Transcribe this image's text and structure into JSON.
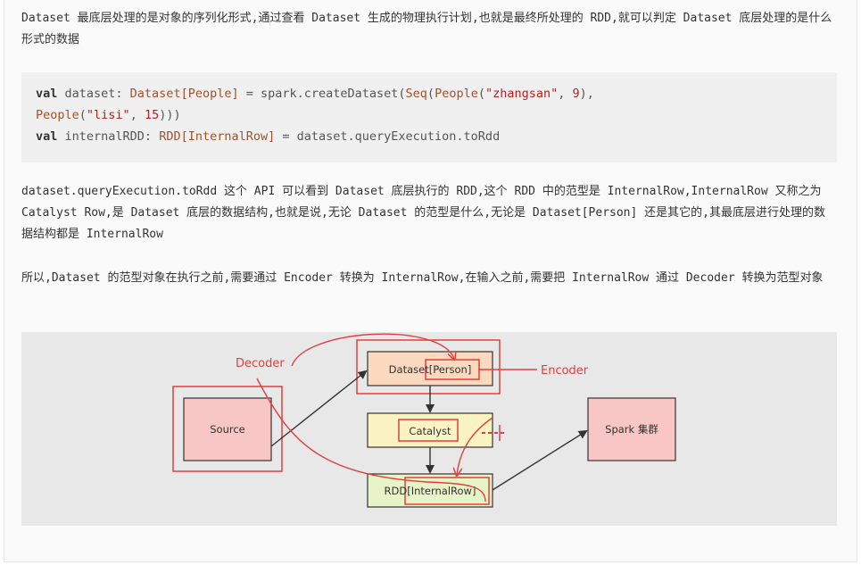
{
  "paragraph_1": "Dataset 最底层处理的是对象的序列化形式,通过查看 Dataset 生成的物理执行计划,也就是最终所处理的 RDD,就可以判定 Dataset 底层处理的是什么形式的数据",
  "code": {
    "line1_kw": "val",
    "line1_name": " dataset: ",
    "line1_type": "Dataset[People]",
    "line1_mid": " = spark.createDataset(",
    "line1_seq": "Seq",
    "line1_p1": "(",
    "line1_people": "People",
    "line1_p2": "(",
    "line1_str": "\"zhangsan\"",
    "line1_comma": ", ",
    "line1_num": "9",
    "line1_end": "),",
    "line2_people": "People",
    "line2_p": "(",
    "line2_str": "\"lisi\"",
    "line2_comma": ", ",
    "line2_num": "15",
    "line2_end": ")))",
    "line3_kw": "val",
    "line3_name": " internalRDD: ",
    "line3_type": "RDD[InternalRow]",
    "line3_rest": " = dataset.queryExecution.toRdd"
  },
  "paragraph_2": "dataset.queryExecution.toRdd 这个 API 可以看到 Dataset 底层执行的 RDD,这个 RDD 中的范型是 InternalRow,InternalRow 又称之为 Catalyst Row,是 Dataset 底层的数据结构,也就是说,无论 Dataset 的范型是什么,无论是 Dataset[Person] 还是其它的,其最底层进行处理的数据结构都是 InternalRow",
  "paragraph_3": "所以,Dataset 的范型对象在执行之前,需要通过 Encoder 转换为 InternalRow,在输入之前,需要把 InternalRow 通过 Decoder 转换为范型对象",
  "diagram": {
    "source_label": "Source",
    "dataset_label": "Dataset[Person]",
    "catalyst_label": "Catalyst",
    "rdd_label": "RDD[InternalRow]",
    "spark_label": "Spark 集群",
    "decoder_label": "Decoder",
    "encoder_label": "Encoder",
    "colors": {
      "source_fill": "#f9c6c6",
      "dataset_fill": "#fbd9bf",
      "catalyst_fill": "#fcf3c2",
      "rdd_fill": "#e9f3c8",
      "spark_fill": "#f9c6c6",
      "annotation": "#e04040"
    }
  }
}
